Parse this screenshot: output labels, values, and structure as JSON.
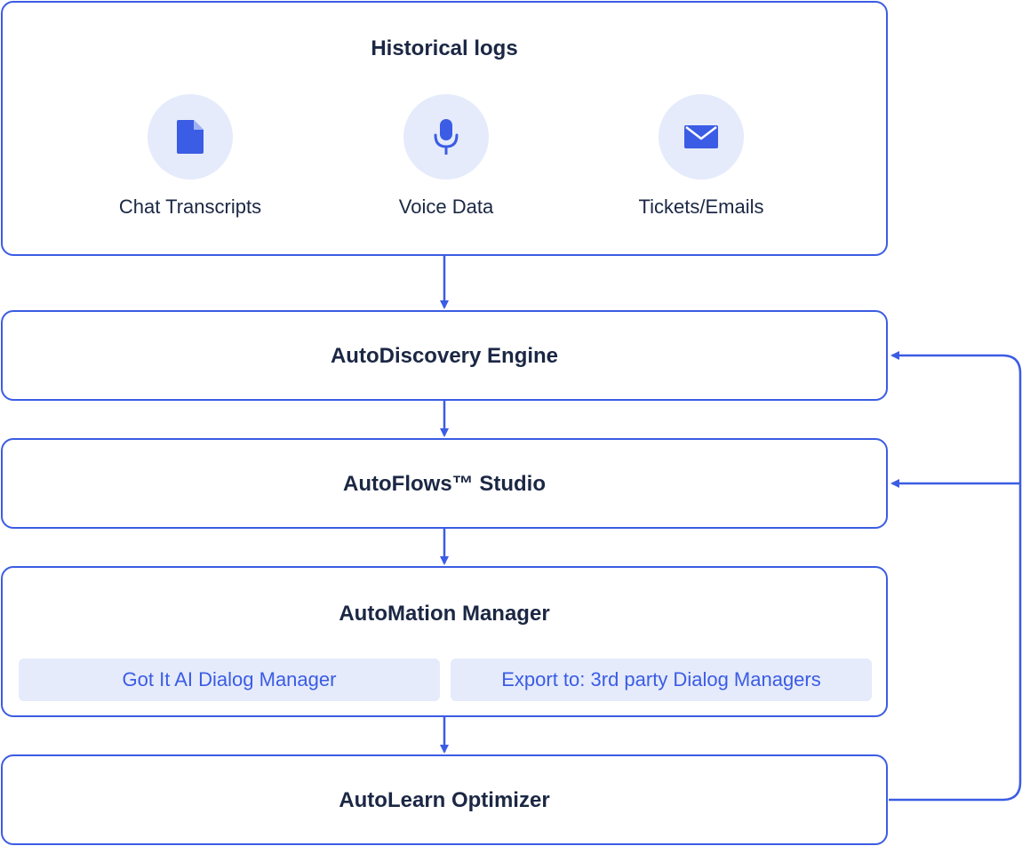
{
  "colors": {
    "accent": "#3b5ce4",
    "chip_bg": "#e5ebfb",
    "text": "#1b2744"
  },
  "historical": {
    "title": "Historical logs",
    "sources": [
      {
        "label": "Chat Transcripts",
        "icon": "document-icon"
      },
      {
        "label": "Voice Data",
        "icon": "microphone-icon"
      },
      {
        "label": "Tickets/Emails",
        "icon": "envelope-icon"
      }
    ]
  },
  "engine": {
    "title": "AutoDiscovery Engine"
  },
  "studio": {
    "title": "AutoFlows™ Studio"
  },
  "manager": {
    "title": "AutoMation Manager",
    "options": [
      "Got It AI Dialog Manager",
      "Export to: 3rd party Dialog Managers"
    ]
  },
  "optimizer": {
    "title": "AutoLearn Optimizer"
  }
}
